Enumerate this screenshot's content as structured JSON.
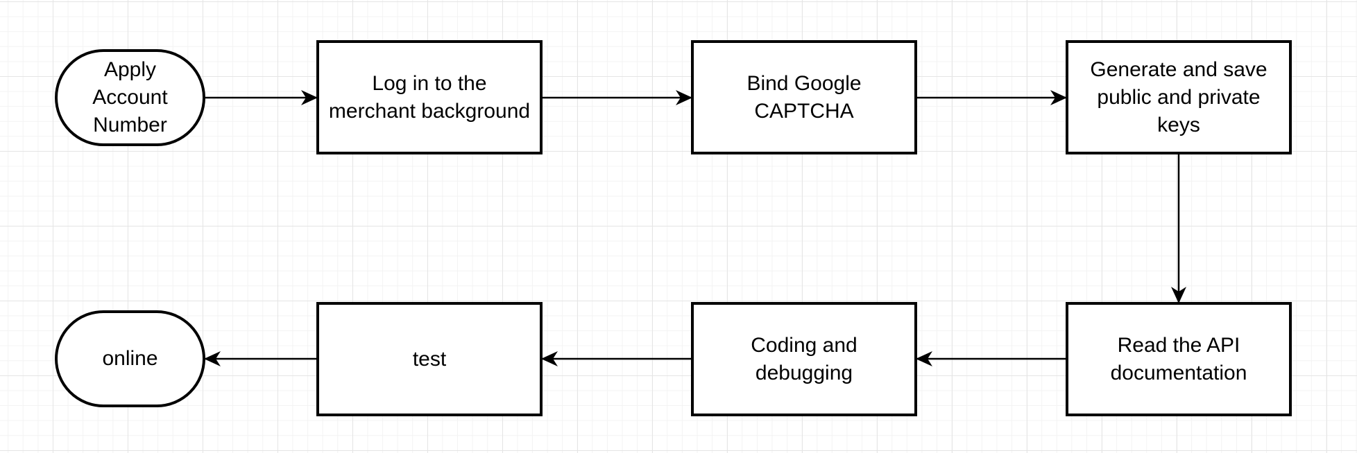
{
  "diagram": {
    "nodes": [
      {
        "id": "n1",
        "shape": "terminal",
        "label": "Apply\nAccount\nNumber"
      },
      {
        "id": "n2",
        "shape": "process",
        "label": "Log in to the\nmerchant background"
      },
      {
        "id": "n3",
        "shape": "process",
        "label": "Bind Google\nCAPTCHA"
      },
      {
        "id": "n4",
        "shape": "process",
        "label": "Generate and save\npublic and private\nkeys"
      },
      {
        "id": "n5",
        "shape": "process",
        "label": "Read the API\ndocumentation"
      },
      {
        "id": "n6",
        "shape": "process",
        "label": "Coding and\ndebugging"
      },
      {
        "id": "n7",
        "shape": "process",
        "label": "test"
      },
      {
        "id": "n8",
        "shape": "terminal",
        "label": "online"
      }
    ],
    "edges": [
      {
        "from": "n1",
        "to": "n2"
      },
      {
        "from": "n2",
        "to": "n3"
      },
      {
        "from": "n3",
        "to": "n4"
      },
      {
        "from": "n4",
        "to": "n5"
      },
      {
        "from": "n5",
        "to": "n6"
      },
      {
        "from": "n6",
        "to": "n7"
      },
      {
        "from": "n7",
        "to": "n8"
      }
    ],
    "colors": {
      "stroke": "#000000",
      "fill": "#ffffff",
      "grid": "#e5e5e5",
      "background": "#ffffff"
    }
  }
}
